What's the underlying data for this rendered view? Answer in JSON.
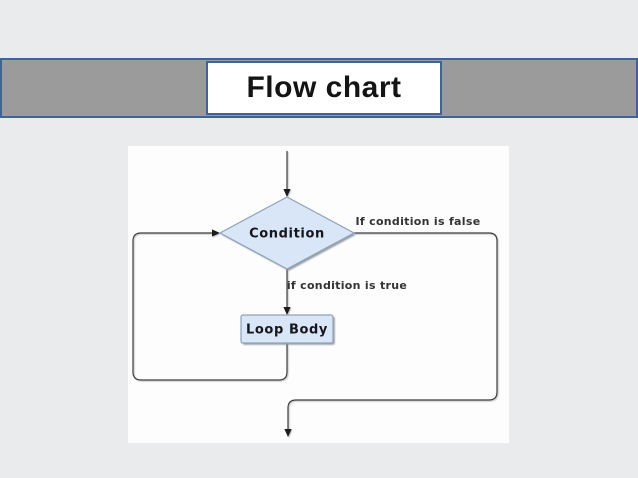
{
  "page": {
    "background_color": "#eaebed"
  },
  "title_bar": {
    "title": "Flow chart",
    "band_fill": "#9b9b9b",
    "border_color": "#3e6497",
    "box_fill": "#ffffff",
    "title_color": "#141414"
  },
  "flowchart": {
    "panel_fill": "#fdfdfe",
    "line_color": "#3d3d3d",
    "shape_fill": "#d9e6f7",
    "shape_stroke": "#8fa2b8",
    "nodes": {
      "condition": {
        "label": "Condition",
        "type": "decision"
      },
      "loop_body": {
        "label": "Loop Body",
        "type": "process"
      }
    },
    "edge_labels": {
      "false_branch": "If condition is false",
      "true_branch": "if condition is true"
    }
  }
}
